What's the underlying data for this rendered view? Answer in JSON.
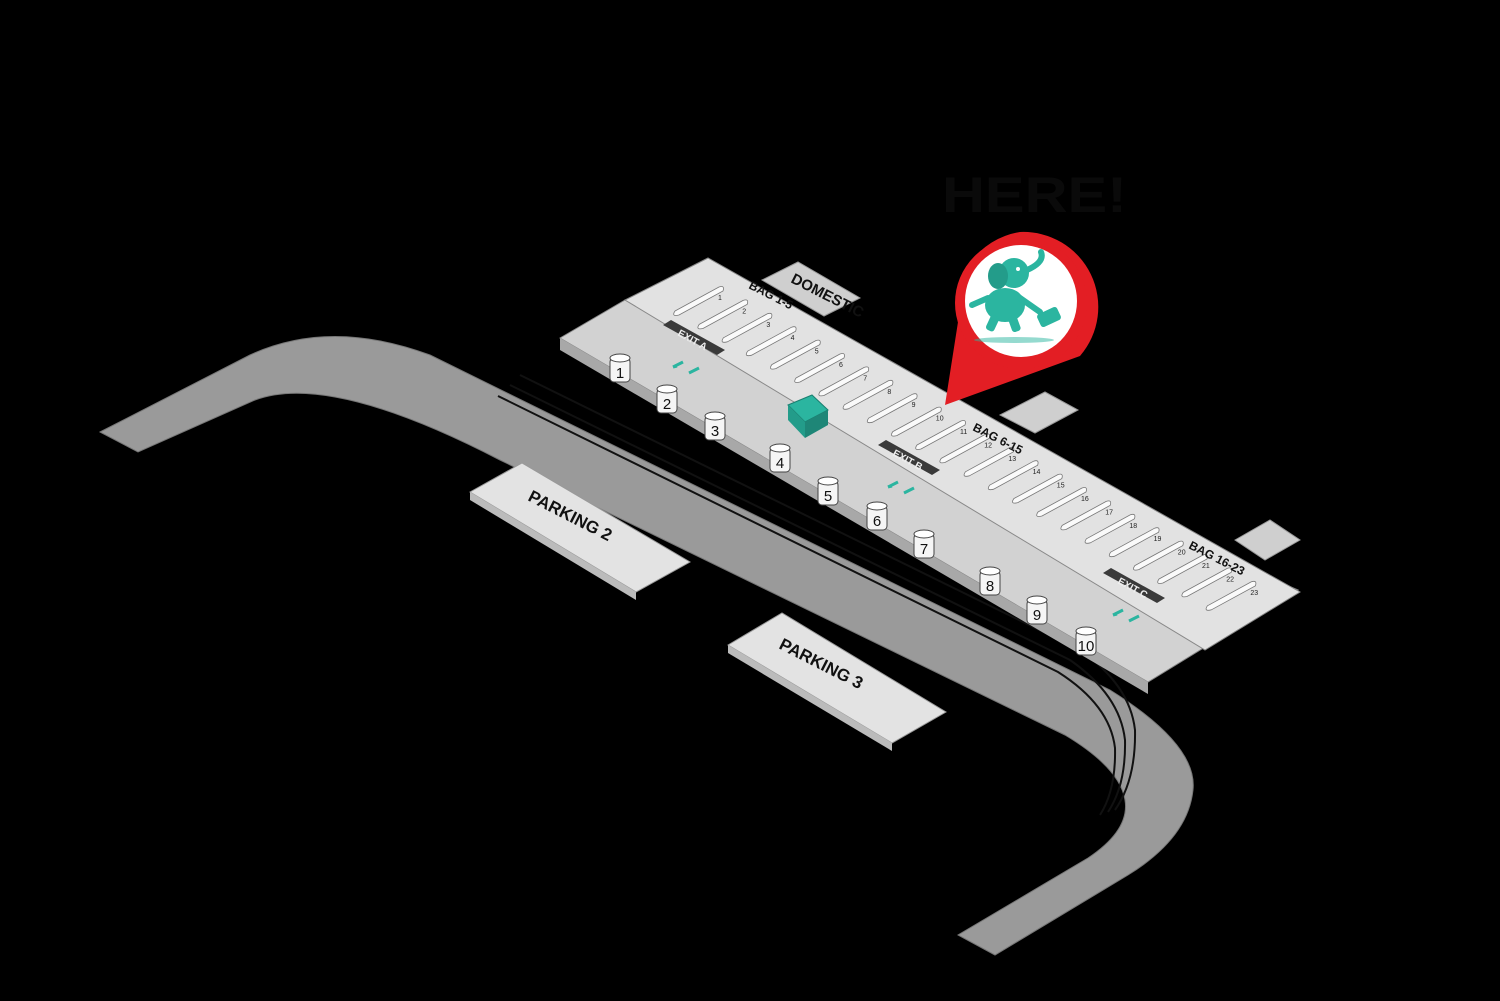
{
  "map": {
    "heading_line1": "",
    "heading_line2": "HERE!",
    "domestic_label": "DOMESTIC",
    "bag_groups": [
      "BAG 1-5",
      "BAG 6-15",
      "BAG 16-23"
    ],
    "belt_numbers": [
      "1",
      "2",
      "3",
      "4",
      "5",
      "6",
      "7",
      "8",
      "9",
      "10",
      "11",
      "12",
      "13",
      "14",
      "15",
      "16",
      "17",
      "18",
      "19",
      "20",
      "21",
      "22",
      "23"
    ],
    "exits": [
      "EXIT A",
      "EXIT B",
      "EXIT C"
    ],
    "doors": [
      "1",
      "2",
      "3",
      "4",
      "5",
      "6",
      "7",
      "8",
      "9",
      "10"
    ],
    "parking": [
      "PARKING 2",
      "PARKING 3"
    ],
    "marker_icon": "elephant-with-suitcase-icon",
    "colors": {
      "background": "#000000",
      "road": "#9a9a9a",
      "terminal": "#d9d9d9",
      "pin": "#e31e24",
      "accent": "#2bb5a0"
    }
  }
}
